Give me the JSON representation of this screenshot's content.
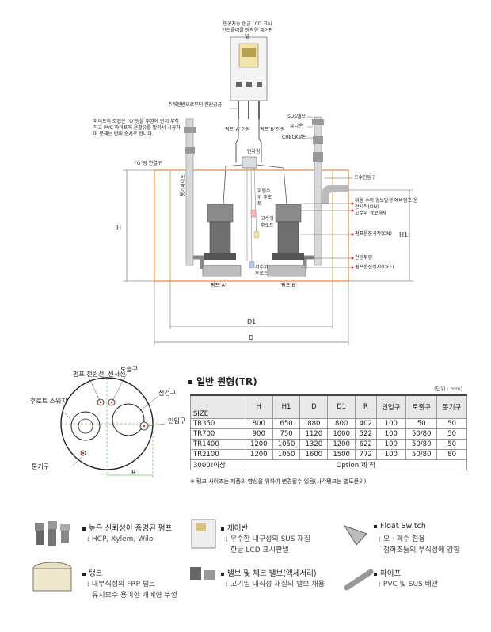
{
  "diagram": {
    "panel_label": "인공지능 한글 LCD 표시 컨트롤러를 장착한 제어판넬",
    "power_supply_label": "주배전반으로부터 전원공급",
    "pipe_note": "파이프의 조립은 \"O\"링을 뚜껑에 먼저 부착하고 PVC 파이프에 윤활유를 발라서 시공하며 분해는 반대 순서로 합니다.",
    "oring_label": "\"O\"링 연결구",
    "pump_a_power": "펌프\"A\"전원",
    "pump_b_power": "펌프\"B\"전원",
    "terminal_label": "단자함",
    "sus_valve": "SUS밸브",
    "union": "유니온",
    "check_valve": "CHECK밸브",
    "inlet_label": "오수인입구",
    "vent_pipe_label": "통기파이프",
    "alarm_float_label": "위험수위 후로트",
    "high_float_label": "고수위 후로트",
    "low_float_label": "저수위 후로트",
    "callouts": [
      "위험 수위 경보발생 예비펌프 운전시작(ON)",
      "고수위 경보해제",
      "펌프운전시작(ON)",
      "전원투입",
      "펌프운전정지(OFF)"
    ],
    "pump_a": "펌프\"A\"",
    "pump_b": "펌프\"B\"",
    "dim_h": "H",
    "dim_h1": "H1",
    "dim_d1": "D1",
    "dim_d": "D"
  },
  "topview": {
    "power_sensor": "펌프 전원선, 센서선",
    "outlet": "토출구",
    "float_switch": "후로트 스위치",
    "manhole": "점검구",
    "inlet": "인입구",
    "vent": "통기구",
    "dim_r": "R"
  },
  "spec": {
    "title": "일반 원형(TR)",
    "unit": "(단위 : mm)",
    "headers": [
      "SIZE",
      "H",
      "H1",
      "D",
      "D1",
      "R",
      "인입구",
      "토출구",
      "통기구"
    ],
    "rows": [
      [
        "TR350",
        "800",
        "650",
        "880",
        "800",
        "402",
        "100",
        "50",
        "50"
      ],
      [
        "TR700",
        "900",
        "750",
        "1120",
        "1000",
        "522",
        "100",
        "50/80",
        "50"
      ],
      [
        "TR1400",
        "1200",
        "1050",
        "1320",
        "1200",
        "622",
        "100",
        "50/80",
        "50"
      ],
      [
        "TR2100",
        "1200",
        "1050",
        "1600",
        "1500",
        "772",
        "100",
        "50/80",
        "80"
      ]
    ],
    "option_size": "3000ℓ이상",
    "option_text": "Option 제 작",
    "footnote": "※ 탱크 사이즈는 제품의 향상을 위하여 변경될수 있음(사각탱크는 별도문의)"
  },
  "features": [
    {
      "title": "높은 신뢰성이 증명된 펌프",
      "lines": [
        ": HCP, Xylem, Wilo"
      ]
    },
    {
      "title": "제어반",
      "lines": [
        ": 우수한 내구성의 SUS 재질",
        "한글 LCD 표시판넬"
      ]
    },
    {
      "title": "Float Switch",
      "lines": [
        ": 오 · 폐수 전용",
        "정화조등의 부식성에 강함"
      ]
    },
    {
      "title": "탱크",
      "lines": [
        ": 내부식성의 FRP 탱크",
        "유지보수 용이한 개폐형 뚜껑"
      ]
    },
    {
      "title": "밸브 및 체크 밸브(액세서리)",
      "lines": [
        ": 고기밀 내식성 재질의 밸브 채용"
      ]
    },
    {
      "title": "파이프",
      "lines": [
        ": PVC 및 SUS 배관"
      ]
    }
  ]
}
